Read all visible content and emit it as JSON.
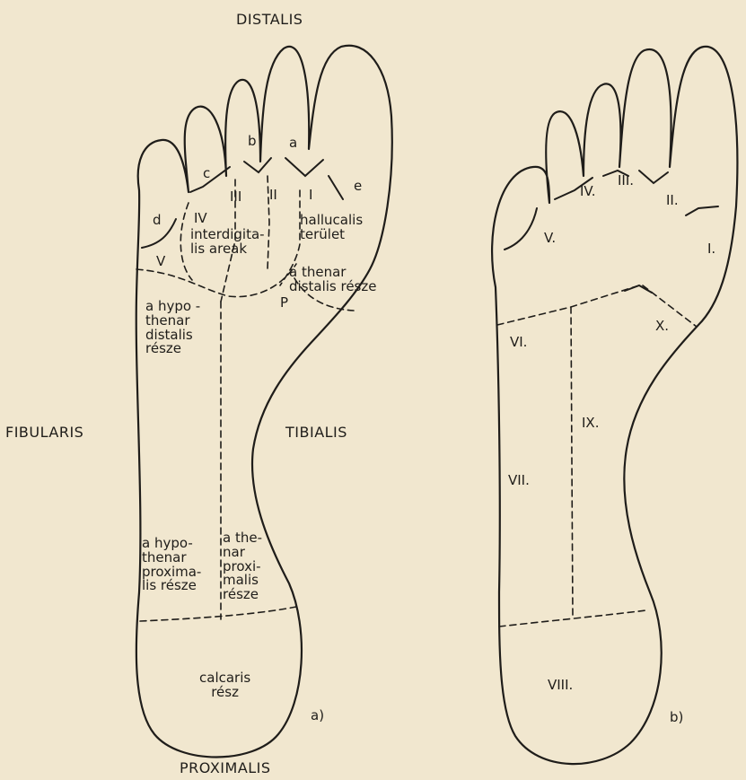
{
  "directions": {
    "top": "DISTALIS",
    "bottom": "PROXIMALIS",
    "left": "FIBULARIS",
    "right": "TIBIALIS"
  },
  "footA": {
    "panel_label": "a)",
    "toe_labels": {
      "a": "a",
      "b": "b",
      "c": "c",
      "d": "d",
      "e": "e"
    },
    "interdigital_numbers": {
      "I": "I",
      "II": "II",
      "III": "III",
      "IV": "IV",
      "V": "V"
    },
    "region_labels": {
      "hallucalis": "hallucalis\nterület",
      "interdigital": "interdigita-\nlis areak",
      "thenar_distal": "a thenar\ndistalis része",
      "p_marker": "P",
      "hypothenar_distal": "a hypo -\nthenar\ndistalis\nrésze",
      "hypothenar_proximal": "a hypo-\nthenar\nproxima-\nlis része",
      "thenar_proximal": "a the-\nnar\nproxi-\nmalis\nrésze",
      "calcaris": "calcaris\nrész"
    }
  },
  "footB": {
    "panel_label": "b)",
    "zone_labels": {
      "I": "I.",
      "II": "II.",
      "III": "III.",
      "IV": "IV.",
      "V": "V.",
      "VI": "VI.",
      "VII": "VII.",
      "VIII": "VIII.",
      "IX": "IX.",
      "X": "X."
    }
  }
}
